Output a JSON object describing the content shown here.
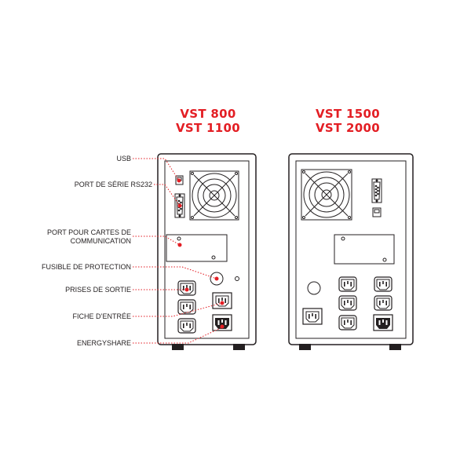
{
  "models": {
    "left": {
      "line1": "VST 800",
      "line2": "VST 1100"
    },
    "right": {
      "line1": "VST 1500",
      "line2": "VST 2000"
    }
  },
  "labels": {
    "usb": "USB",
    "rs232": "PORT DE SÉRIE RS232",
    "comm_line1": "PORT POUR CARTES DE",
    "comm_line2": "COMMUNICATION",
    "fuse": "FUSIBLE DE PROTECTION",
    "outlets": "PRISES DE SORTIE",
    "input": "FICHE D’ENTRÉE",
    "energyshare": "ENERGYSHARE"
  },
  "colors": {
    "accent": "#e31e24",
    "line": "#231f20"
  }
}
